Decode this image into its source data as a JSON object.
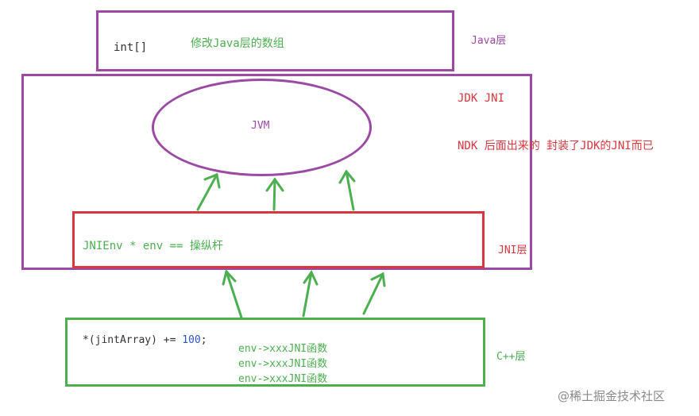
{
  "java_layer": {
    "int_label": "int[]",
    "description": "修改Java层的数组",
    "side_label": "Java层"
  },
  "jdk_layer": {
    "jvm_label": "JVM",
    "side_label": "JDK JNI",
    "ndk_note": "NDK 后面出来的 封装了JDK的JNI而已"
  },
  "jni_layer": {
    "env_text": "JNIEnv * env == 操纵杆",
    "side_label": "JNI层"
  },
  "cpp_layer": {
    "code_prefix": "*(jintArray) += ",
    "code_value": "100",
    "code_suffix": ";",
    "calls": [
      "env->xxxJNI函数",
      "env->xxxJNI函数",
      "env->xxxJNI函数"
    ],
    "side_label": "C++层"
  },
  "watermark": "@稀土掘金技术社区",
  "colors": {
    "purple": "#9b4aa3",
    "red": "#d9363e",
    "green": "#4caf50",
    "blue": "#2a55c6"
  }
}
